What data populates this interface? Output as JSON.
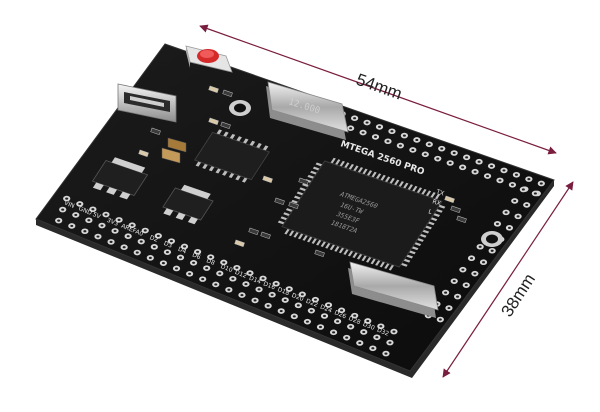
{
  "dimensions": {
    "width_label": "54mm",
    "height_label": "38mm"
  },
  "board": {
    "title": "MTEGA 2560 PRO",
    "crystal_label": "12.000",
    "mcu_lines": [
      "ATMEGA2560",
      "16U-TW",
      "355E3F",
      "1818T2A"
    ],
    "pin_labels_bottom": [
      "VIN",
      "GND",
      "5V",
      "3V3",
      "AREF",
      "A0",
      "D2",
      "D3",
      "D4",
      "D6",
      "D8",
      "D10",
      "D12",
      "D14",
      "D16",
      "D18",
      "D20",
      "D22",
      "D24",
      "D26",
      "D28",
      "D30",
      "D32"
    ],
    "side_labels": [
      "TX",
      "RX",
      "L"
    ]
  },
  "colors": {
    "pcb": "#121212",
    "pcb_edge": "#2a2a2a",
    "pad": "#d8d8d8",
    "reset_button": "#d42a2a",
    "dimension_arrow": "#7a1e40"
  }
}
